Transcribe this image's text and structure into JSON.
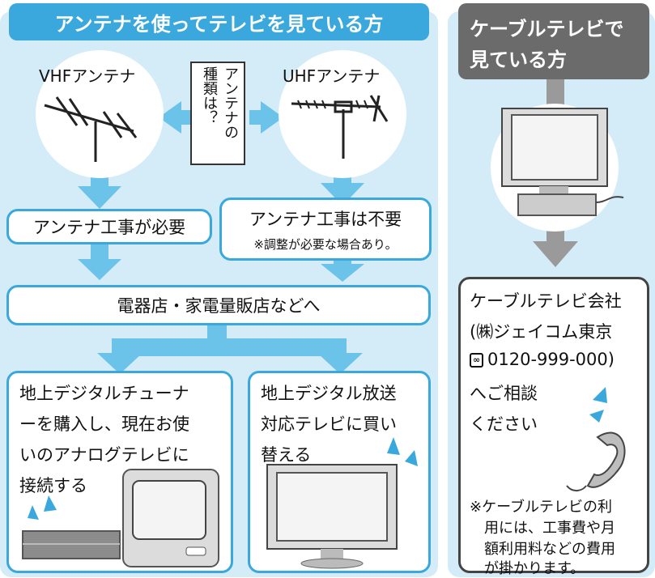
{
  "left_panel": {
    "header": "アンテナを使ってテレビを見ている方",
    "vhf_label": "VHFアンテナ",
    "uhf_label": "UHFアンテナ",
    "question_col1": "アンテナの",
    "question_col2": "種類は？",
    "no_work_needed": "アンテナ工事が必要",
    "work_not_needed": "アンテナ工事は不要",
    "adjust_note": "※調整が必要な場合あり。",
    "store": "電器店・家電量販店などへ",
    "tuner_option_lines": [
      "地上デジタルチューナ",
      "ーを購入し、現在お使",
      "いのアナログテレビに",
      "接続する"
    ],
    "replace_option_lines": [
      "地上デジタル放送",
      "対応テレビに買い",
      "替える"
    ]
  },
  "right_panel": {
    "header_lines": [
      "ケーブルテレビで",
      "見ている方"
    ],
    "company_lines": [
      "ケーブルテレビ会社",
      "(㈱ジェイコム東京",
      "0120-999-000)",
      "へご相談",
      "ください"
    ],
    "free_dial_mark": "📞",
    "note_lines": [
      "※ケーブルテレビの利",
      "用には、工事費や月",
      "額利用料などの費用",
      "が掛かります。"
    ]
  },
  "colors": {
    "accent_blue": "#3aa8dc",
    "arrow_blue": "#6cc3ea",
    "panel_blue": "#d4ecf8",
    "cable_header_gray": "#6b6b6b",
    "cable_arrow_gray": "#9a9a9a"
  }
}
